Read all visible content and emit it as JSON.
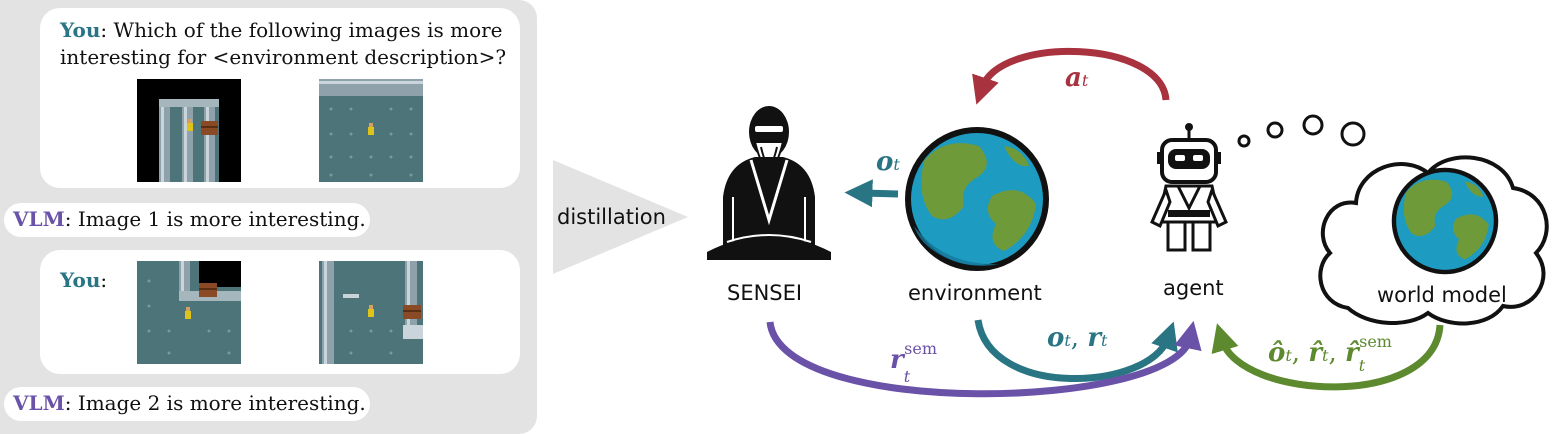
{
  "dialog": {
    "q1_you": "You",
    "q1_line1": ": Which of the following images is more",
    "q1_line2": "interesting for <environment description>?",
    "a1_vlm": "VLM",
    "a1_text": ": Image 1 is more interesting.",
    "q2_you": "You",
    "q2_colon": ":",
    "a2_vlm": "VLM",
    "a2_text": ": Image 2 is more interesting."
  },
  "distillation_label": "distillation",
  "nodes": {
    "sensei": "SENSEI",
    "environment": "environment",
    "agent": "agent",
    "world_model": "world model"
  },
  "colors": {
    "teal": "#2a7583",
    "purple": "#6a52a8",
    "red": "#a8323e",
    "green": "#5d8a2e",
    "panel": "#e3e3e3"
  },
  "icons": [
    "sensei-icon",
    "earth-icon",
    "robot-agent-icon",
    "thought-cloud-icon"
  ]
}
